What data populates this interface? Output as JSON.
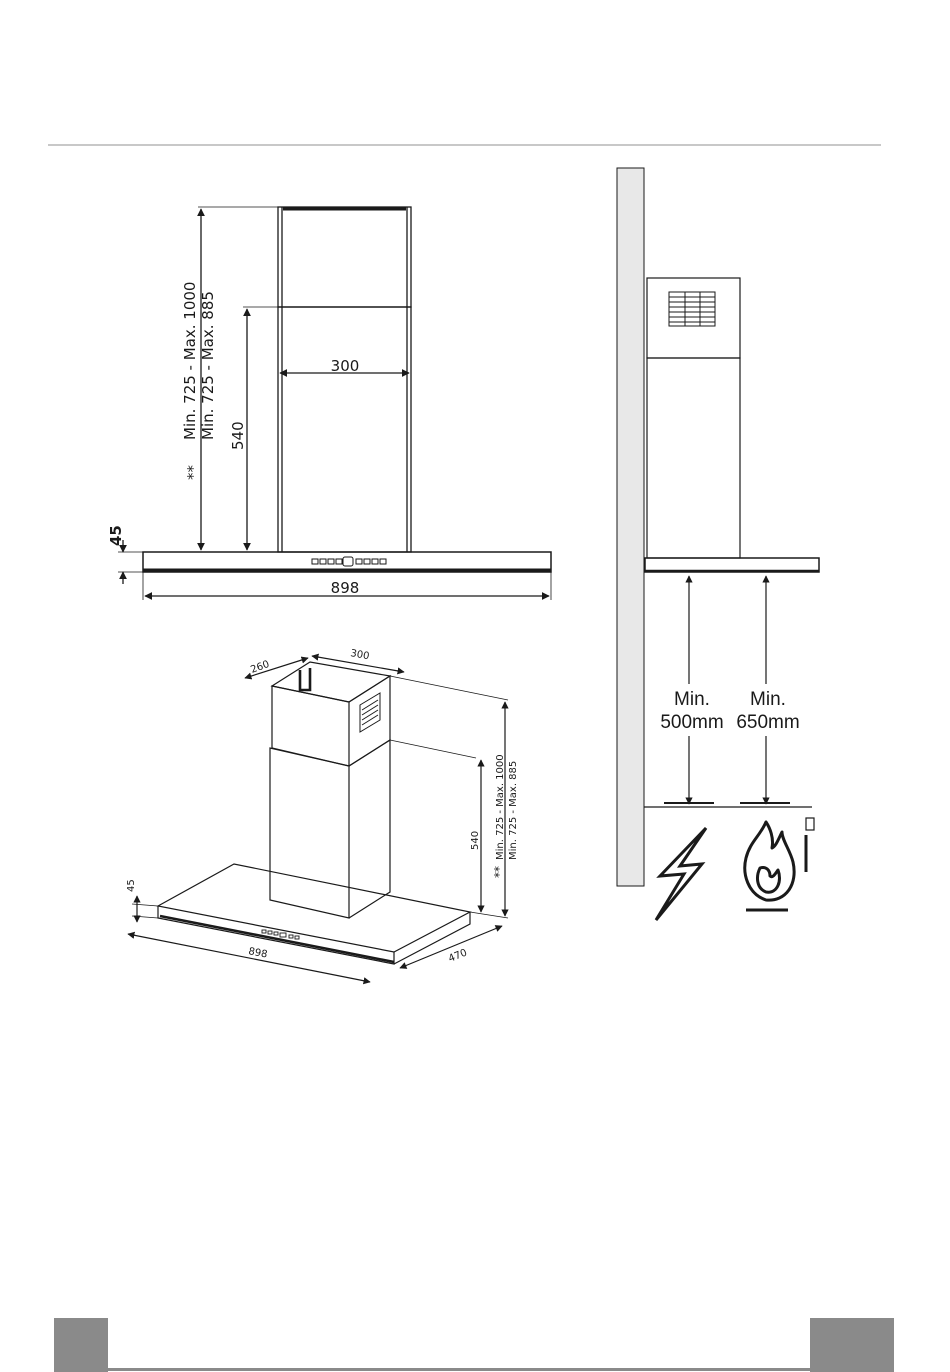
{
  "front_view": {
    "chimney_width": "300",
    "chimney_height_outer": "Min. 725 - Max. 1000",
    "chimney_height_inner": "Min. 725 - Max. 885",
    "chimney_lower_height": "540",
    "double_star": "**",
    "hood_thickness": "45",
    "hood_width": "898"
  },
  "iso_view": {
    "chimney_depth": "260",
    "chimney_width": "300",
    "chimney_height_outer": "Min. 725 - Max. 1000",
    "chimney_height_inner": "Min. 725 - Max. 885",
    "chimney_lower_height": "540",
    "double_star": "**",
    "hood_thickness": "45",
    "hood_width": "898",
    "hood_depth": "470"
  },
  "side_view": {
    "electric_min_line1": "Min.",
    "electric_min_line2": "500mm",
    "gas_min_line1": "Min.",
    "gas_min_line2": "650mm",
    "electric_icon": "lightning-bolt-icon",
    "gas_icon": "flame-icon"
  },
  "colors": {
    "line": "#1a1a1a",
    "wall": "#e8e8e8",
    "footer": "#8a8a8a",
    "rule": "#c8c8c8"
  }
}
